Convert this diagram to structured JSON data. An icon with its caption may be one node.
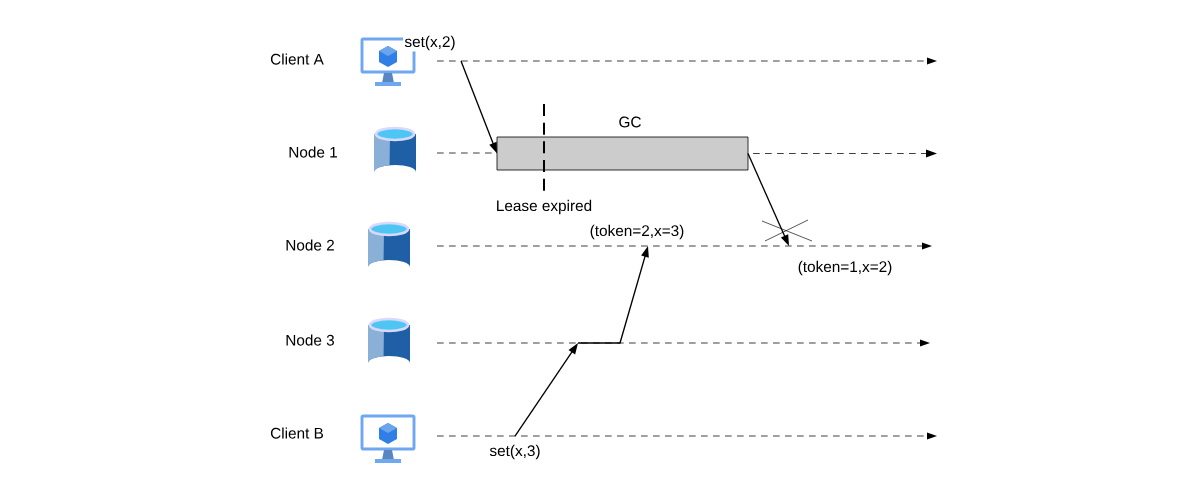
{
  "diagram": {
    "nodes": [
      {
        "text": [
          "Client A"
        ]
      },
      {
        "text": [
          "Node 1"
        ]
      },
      {
        "text": [
          "GC"
        ]
      },
      {
        "text": [
          "Node 2"
        ]
      },
      {
        "text": [
          "Node 3"
        ]
      },
      {
        "text": [
          "Client B"
        ]
      }
    ],
    "edges": [
      {
        "from": 0,
        "to": 2,
        "arrow": "to",
        "label": "set(x,2)"
      },
      {
        "from": 2,
        "to": 3,
        "arrow": "to"
      },
      {
        "from": 5,
        "to": 4,
        "arrow": "to",
        "label": "set(x,3)"
      },
      {
        "from": 4,
        "to": 3,
        "arrow": "to"
      },
      {
        "from": 2,
        "to": null,
        "arrow": "to",
        "style": "dashed"
      }
    ],
    "labels": [
      "Lease expired",
      "(token=2,x=3)",
      "(token=1,x=2)"
    ]
  }
}
